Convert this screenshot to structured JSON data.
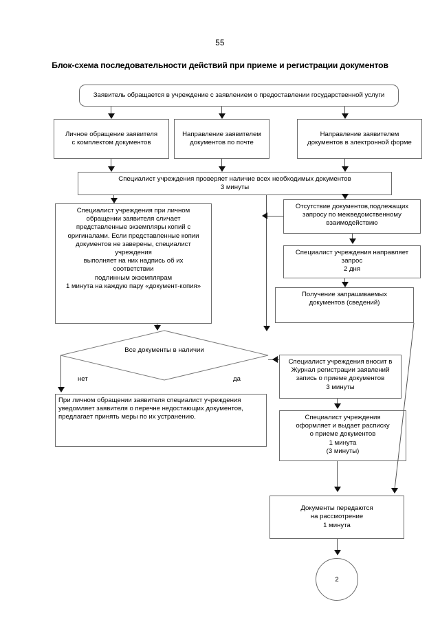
{
  "page": {
    "number": "55",
    "title": "Блок-схема последовательности действий при приеме и регистрации документов"
  },
  "chart_data": {
    "type": "flowchart",
    "title": "Блок-схема последовательности действий при приеме и регистрации документов",
    "nodes": [
      {
        "id": "start",
        "shape": "rounded-rectangle",
        "text": "Заявитель обращается в учреждение с заявлением о предоставлении государственной услуги"
      },
      {
        "id": "personal",
        "shape": "rectangle",
        "text": "Личное обращение заявителя\nс комплектом документов"
      },
      {
        "id": "mail",
        "shape": "rectangle",
        "text": "Направление заявителем\nдокументов по почте"
      },
      {
        "id": "electronic",
        "shape": "rectangle",
        "text": "Направление заявителем\nдокументов в электронной форме"
      },
      {
        "id": "check",
        "shape": "rectangle",
        "text": "Специалист учреждения проверяет наличие всех необходимых документов\n3 минуты"
      },
      {
        "id": "compare",
        "shape": "rectangle",
        "text": "Специалист учреждения при личном\nобращении заявителя сличает\nпредставленные экземпляры копий с\nоригиналами. Если представленные копии\nдокументов не заверены, специалист\nучреждения\nвыполняет на них надпись об их\nсоответствии\nподлинным экземплярам\n1 минута на каждую пару «документ-копия»"
      },
      {
        "id": "missing",
        "shape": "rectangle",
        "text": "Отсутствие документов,подлежащих\nзапросу по межведомственному\nвзаимодействию"
      },
      {
        "id": "request",
        "shape": "rectangle",
        "text": "Специалист учреждения направляет\nзапрос\n2 дня"
      },
      {
        "id": "received",
        "shape": "rectangle",
        "text": "Получение запрашиваемых\nдокументов (сведений)"
      },
      {
        "id": "decision",
        "shape": "diamond",
        "text": "Все документы в наличии"
      },
      {
        "id": "notify",
        "shape": "rectangle",
        "text": "При личном обращении заявителя специалист учреждения\nуведомляет заявителя о перечне недостающих документов,\nпредлагает принять меры по их устранению."
      },
      {
        "id": "journal",
        "shape": "rectangle",
        "text": "Специалист учреждения вносит в\nЖурнал регистрации заявлений\nзапись о приеме документов\n3 минуты"
      },
      {
        "id": "receipt",
        "shape": "rectangle",
        "text": "Специалист учреждения\nоформляет и выдает расписку\nо приеме документов\n1 минута\n(3 минуты)"
      },
      {
        "id": "transfer",
        "shape": "rectangle",
        "text": "Документы передаются\nна рассмотрение\n1 минута"
      },
      {
        "id": "connector",
        "shape": "circle",
        "text": "2"
      }
    ],
    "edges": [
      {
        "from": "start",
        "to": "personal",
        "label": ""
      },
      {
        "from": "start",
        "to": "mail",
        "label": ""
      },
      {
        "from": "start",
        "to": "electronic",
        "label": ""
      },
      {
        "from": "personal",
        "to": "check",
        "label": ""
      },
      {
        "from": "mail",
        "to": "check",
        "label": ""
      },
      {
        "from": "electronic",
        "to": "check",
        "label": ""
      },
      {
        "from": "check",
        "to": "compare",
        "label": ""
      },
      {
        "from": "check",
        "to": "missing",
        "label": ""
      },
      {
        "from": "missing",
        "to": "decision",
        "label": ""
      },
      {
        "from": "missing",
        "to": "request",
        "label": ""
      },
      {
        "from": "request",
        "to": "received",
        "label": ""
      },
      {
        "from": "received",
        "to": "transfer",
        "label": ""
      },
      {
        "from": "compare",
        "to": "decision",
        "label": ""
      },
      {
        "from": "decision",
        "to": "notify",
        "label": "нет"
      },
      {
        "from": "decision",
        "to": "journal",
        "label": "да"
      },
      {
        "from": "journal",
        "to": "receipt",
        "label": ""
      },
      {
        "from": "receipt",
        "to": "transfer",
        "label": ""
      },
      {
        "from": "transfer",
        "to": "connector",
        "label": ""
      }
    ],
    "edge_labels": {
      "no": "нет",
      "yes": "да"
    }
  },
  "nodes": {
    "start": "Заявитель обращается в учреждение с заявлением о предоставлении государственной услуги",
    "personal": "Личное обращение заявителя\nс комплектом документов",
    "mail": "Направление заявителем\nдокументов по почте",
    "electronic": "Направление заявителем\nдокументов в электронной форме",
    "check": "Специалист учреждения проверяет наличие всех необходимых документов\n3 минуты",
    "compare": "Специалист учреждения при личном\nобращении заявителя сличает\nпредставленные экземпляры копий с\nоригиналами. Если представленные копии\nдокументов не заверены, специалист\nучреждения\nвыполняет на них надпись об их\nсоответствии\nподлинным экземплярам\n1 минута на каждую пару «документ-копия»",
    "missing": "Отсутствие документов,подлежащих\nзапросу по межведомственному\nвзаимодействию",
    "request": "Специалист учреждения направляет\nзапрос\n2 дня",
    "received": "Получение запрашиваемых\nдокументов (сведений)",
    "decision": "Все документы в наличии",
    "notify": "При личном обращении заявителя специалист учреждения\nуведомляет заявителя о перечне недостающих документов,\nпредлагает принять меры по их устранению.",
    "journal": "Специалист учреждения вносит в\nЖурнал регистрации заявлений\nзапись о приеме документов\n3 минуты",
    "receipt": "Специалист учреждения\nоформляет и выдает расписку\nо приеме документов\n1 минута\n(3 минуты)",
    "transfer": "Документы передаются\nна рассмотрение\n1 минута",
    "connector": "2"
  },
  "labels": {
    "no": "нет",
    "yes": "да"
  }
}
